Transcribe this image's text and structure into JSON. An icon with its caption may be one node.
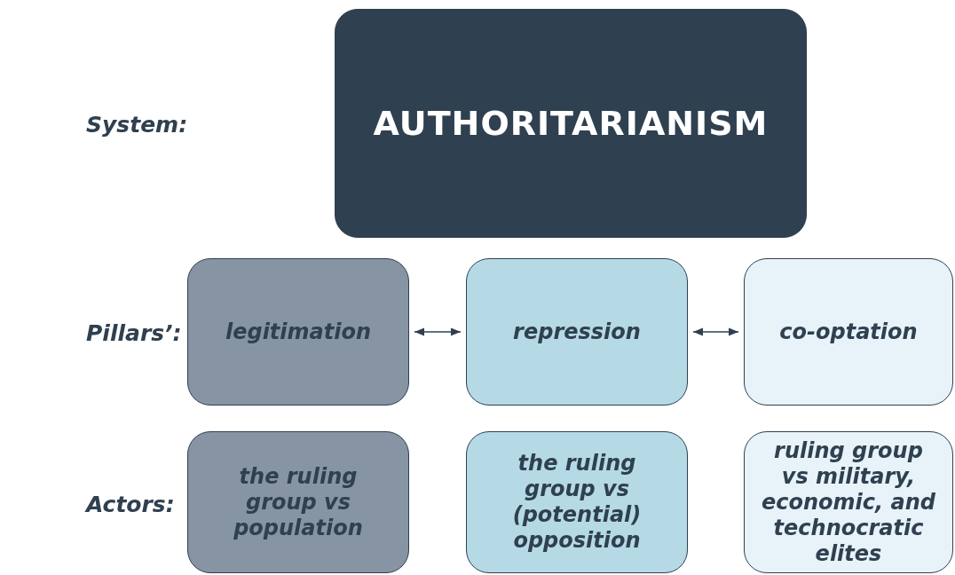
{
  "diagram": {
    "nodes": [
      {
        "text": [
          "AUTHORITARIANISM"
        ]
      },
      {
        "text": [
          "legitimation"
        ]
      },
      {
        "text": [
          "repression"
        ]
      },
      {
        "text": [
          "co-optation"
        ]
      },
      {
        "text": [
          "the ruling group vs population"
        ]
      },
      {
        "text": [
          "the ruling group vs (potential) opposition"
        ]
      },
      {
        "text": [
          "ruling group vs military, economic, and technocratic elites"
        ]
      }
    ],
    "edges": [
      {
        "from": 1,
        "to": 2,
        "arrow": "both"
      },
      {
        "from": 2,
        "to": 3,
        "arrow": "both"
      }
    ],
    "labels": [
      "System:",
      "Pillars’:",
      "Actors:"
    ]
  }
}
